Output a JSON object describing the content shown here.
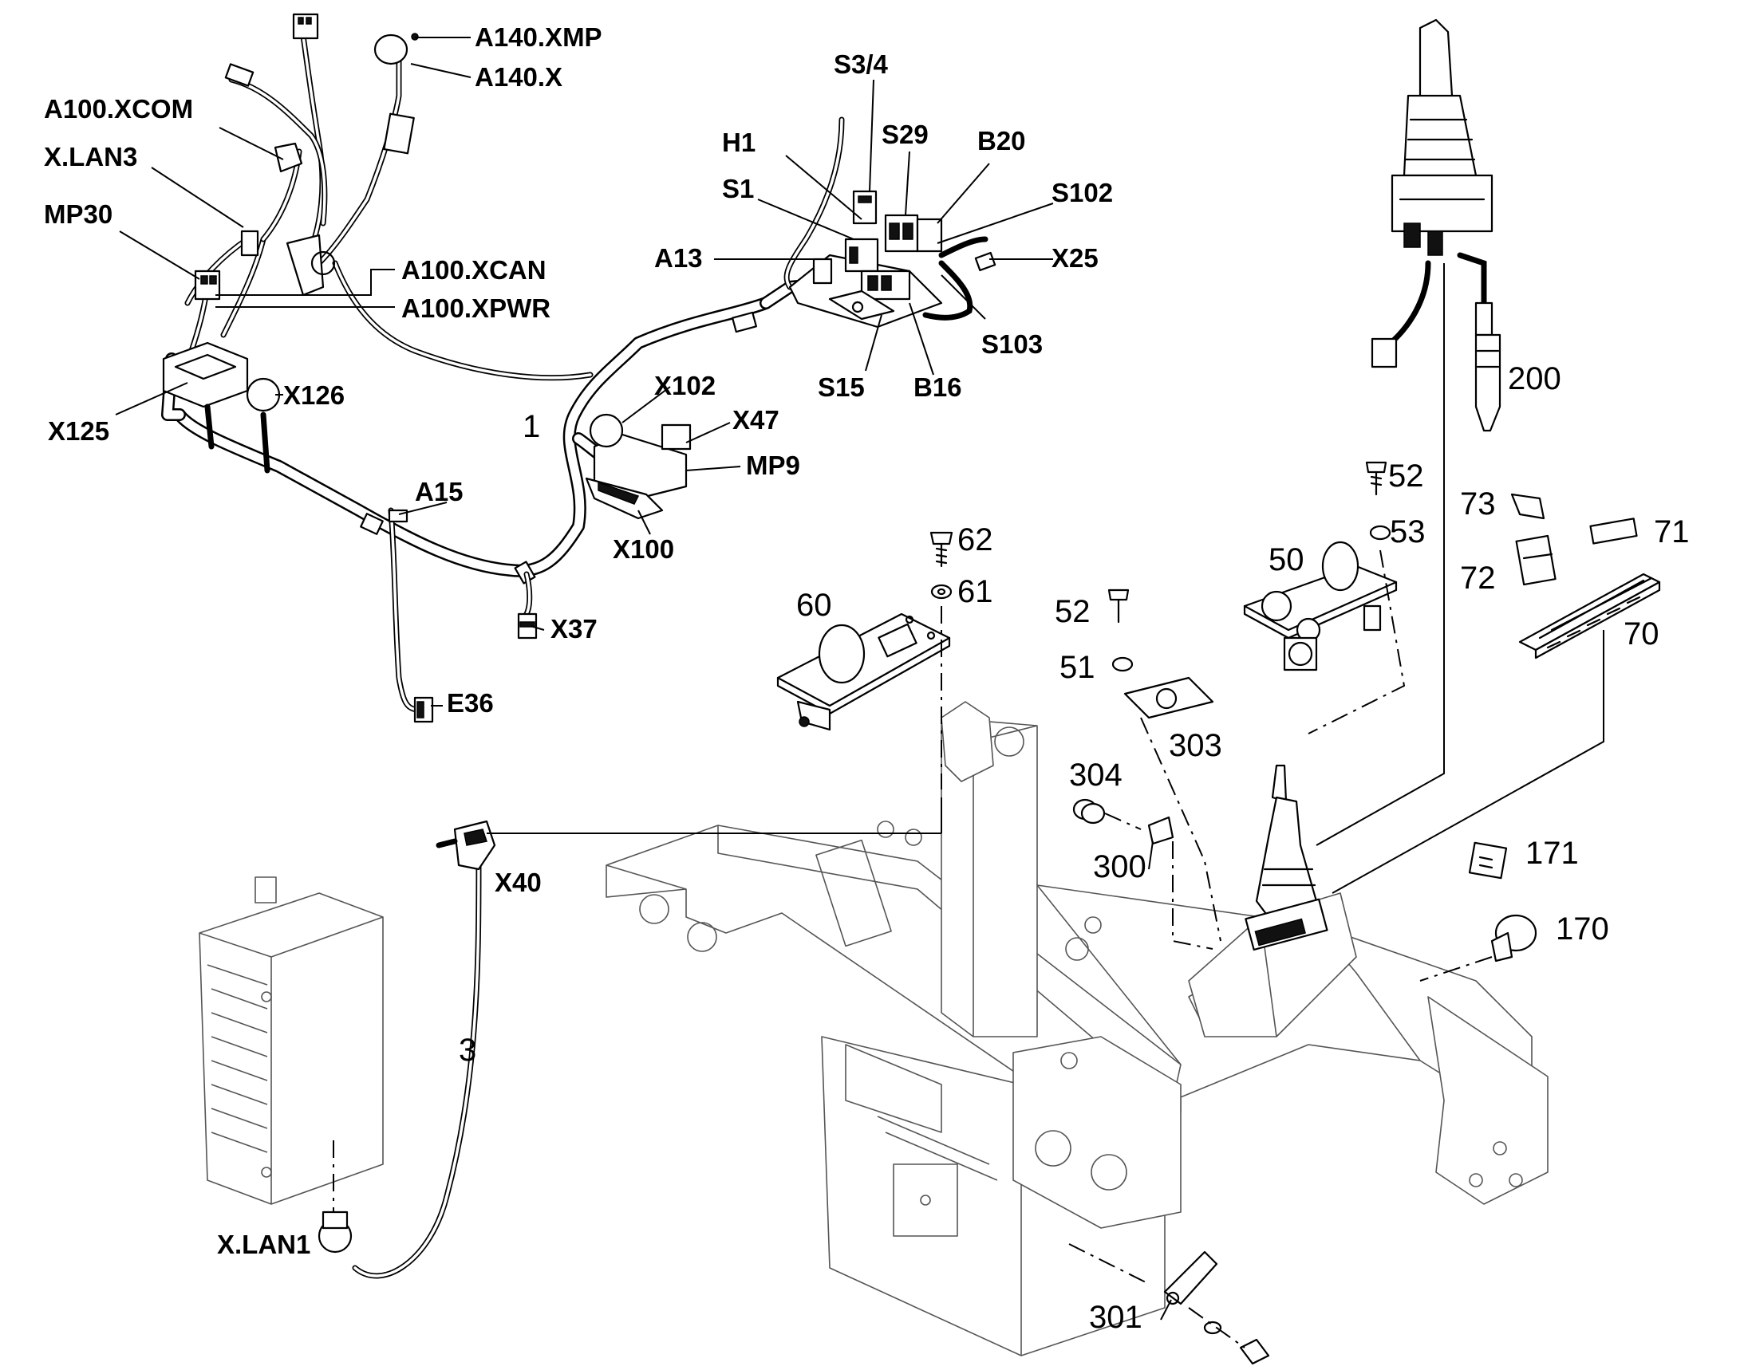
{
  "callouts": {
    "a140_xmp": "A140.XMP",
    "a140_x": "A140.X",
    "a100_xcom": "A100.XCOM",
    "x_lan3": "X.LAN3",
    "mp30": "MP30",
    "a100_xcan": "A100.XCAN",
    "a100_xpwr": "A100.XPWR",
    "x125": "X125",
    "x126": "X126",
    "a15": "A15",
    "x37": "X37",
    "e36": "E36",
    "x102": "X102",
    "x47": "X47",
    "mp9": "MP9",
    "x100": "X100",
    "s3_4": "S3/4",
    "h1": "H1",
    "s29": "S29",
    "b20": "B20",
    "s1": "S1",
    "s102": "S102",
    "a13": "A13",
    "x25": "X25",
    "s103": "S103",
    "s15": "S15",
    "b16": "B16",
    "x40": "X40",
    "x_lan1": "X.LAN1"
  },
  "numbers": {
    "n1": "1",
    "n3": "3",
    "n50": "50",
    "n51": "51",
    "n52a": "52",
    "n52b": "52",
    "n53": "53",
    "n60": "60",
    "n61": "61",
    "n62": "62",
    "n70": "70",
    "n71": "71",
    "n72": "72",
    "n73": "73",
    "n170": "170",
    "n171": "171",
    "n200": "200",
    "n300": "300",
    "n301": "301",
    "n303": "303",
    "n304": "304"
  }
}
